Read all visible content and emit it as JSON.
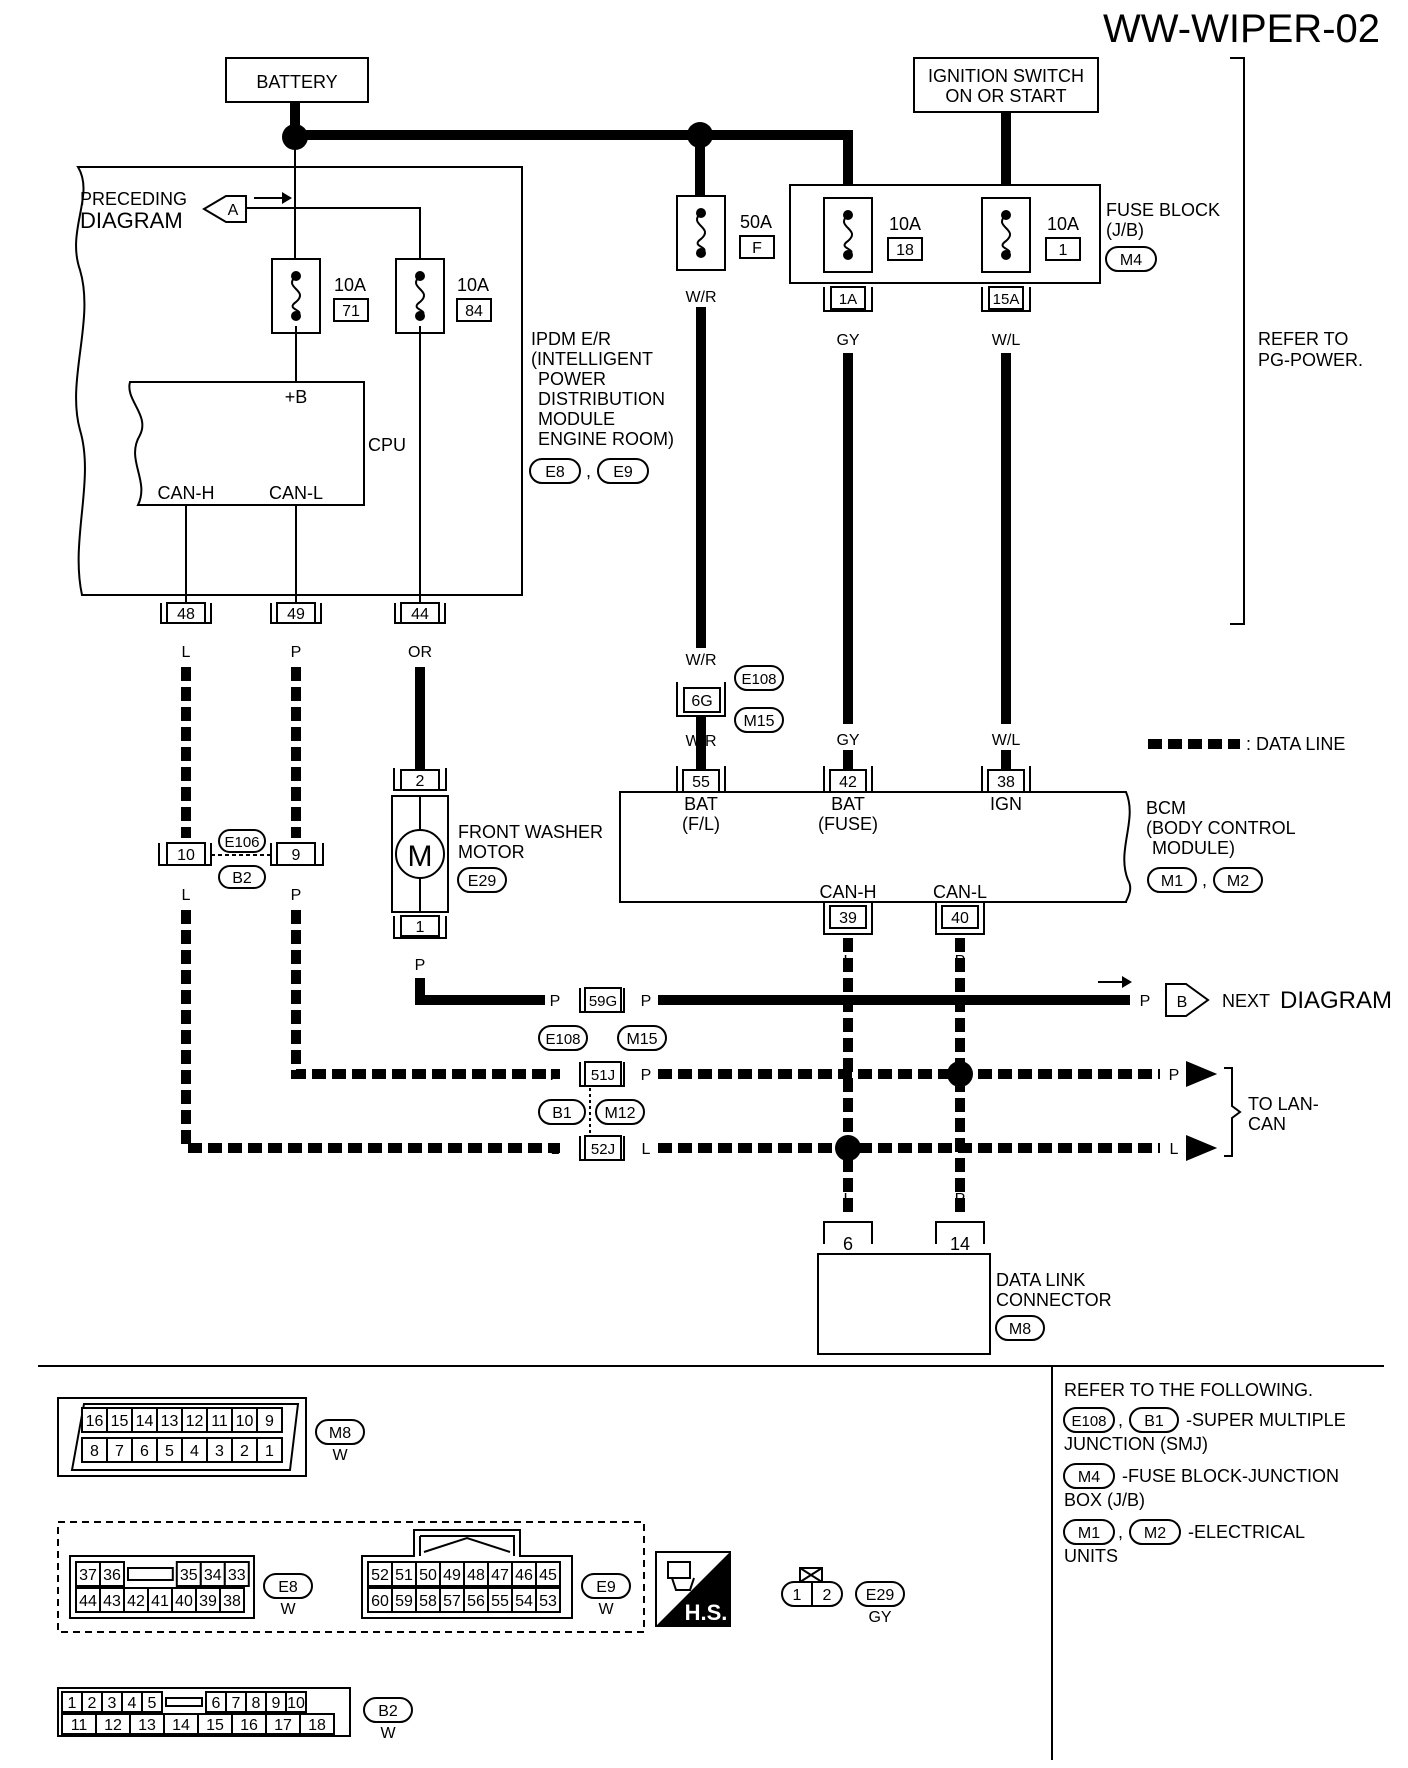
{
  "page_title": "WW-WIPER-02",
  "battery": "BATTERY",
  "ignition": {
    "line1": "IGNITION SWITCH",
    "line2": "ON OR START"
  },
  "preceding": {
    "line1": "PRECEDING",
    "line2": "DIAGRAM",
    "marker": "A"
  },
  "fuses": {
    "ipdm1": {
      "amp": "10A",
      "num": "71"
    },
    "ipdm2": {
      "amp": "10A",
      "num": "84"
    },
    "f50": {
      "amp": "50A",
      "num": "F"
    },
    "jb18": {
      "amp": "10A",
      "num": "18"
    },
    "jb1": {
      "amp": "10A",
      "num": "1"
    }
  },
  "fuse_block": {
    "line1": "FUSE BLOCK",
    "line2": "(J/B)",
    "conn": "M4"
  },
  "refer_pg": {
    "line1": "REFER TO",
    "line2": "PG-POWER."
  },
  "ipdm": {
    "lines": [
      "IPDM E/R",
      "(INTELLIGENT",
      "POWER",
      "DISTRIBUTION",
      "MODULE",
      "ENGINE ROOM)"
    ],
    "conn1": "E8",
    "conn2": "E9",
    "cpu": "CPU",
    "b_plus": "+B",
    "can_h": "CAN-H",
    "can_l": "CAN-L",
    "pins": [
      "48",
      "49",
      "44"
    ]
  },
  "wire_colors": {
    "wr": "W/R",
    "gy": "GY",
    "wl": "W/L",
    "l": "L",
    "p": "P",
    "or": "OR"
  },
  "terminals": {
    "t1a": "1A",
    "t15a": "15A",
    "t6g": "6G",
    "t10": "10",
    "t9": "9",
    "t59g": "59G",
    "t51j": "51J",
    "t52j": "52J"
  },
  "conns": {
    "e108": "E108",
    "m15": "M15",
    "e106": "E106",
    "b2": "B2",
    "b1": "B1",
    "m12": "M12",
    "e29": "E29",
    "m8": "M8",
    "m1": "M1",
    "m2": "M2",
    "e8": "E8",
    "e9": "E9"
  },
  "washer": {
    "line1": "FRONT WASHER",
    "line2": "MOTOR",
    "pin_top": "2",
    "pin_bot": "1",
    "symbol": "M"
  },
  "legend_data_line": ": DATA LINE",
  "bcm": {
    "line1": "BCM",
    "line2": "(BODY CONTROL",
    "line3": "MODULE)",
    "pins": {
      "p55": "55",
      "p42": "42",
      "p38": "38",
      "p39": "39",
      "p40": "40"
    },
    "bat_fl": [
      "BAT",
      "(F/L)"
    ],
    "bat_fuse": [
      "BAT",
      "(FUSE)"
    ],
    "ign": "IGN",
    "can_h": "CAN-H",
    "can_l": "CAN-L"
  },
  "next": {
    "text": "NEXT",
    "diagram": "DIAGRAM",
    "marker": "B"
  },
  "to_lan": {
    "line1": "TO LAN-",
    "line2": "CAN"
  },
  "dlc": {
    "line1": "DATA LINK",
    "line2": "CONNECTOR",
    "conn": "M8",
    "pin6": "6",
    "pin14": "14"
  },
  "refer_following": {
    "title": "REFER TO THE FOLLOWING.",
    "smj": "-SUPER MULTIPLE",
    "smj2": "JUNCTION (SMJ)",
    "fb": "-FUSE BLOCK-JUNCTION",
    "fb2": "BOX (J/B)",
    "eu": "-ELECTRICAL",
    "eu2": "UNITS",
    "c_e108": "E108",
    "c_b1": "B1",
    "c_m4": "M4",
    "c_m1": "M1",
    "c_m2": "M2"
  },
  "connector_views": {
    "m8": {
      "top": [
        "16",
        "15",
        "14",
        "13",
        "12",
        "11",
        "10",
        "9"
      ],
      "bottom": [
        "8",
        "7",
        "6",
        "5",
        "4",
        "3",
        "2",
        "1"
      ],
      "label": "M8",
      "color": "W"
    },
    "e8": {
      "top": [
        "37",
        "36",
        "",
        "35",
        "34",
        "33"
      ],
      "bottom": [
        "44",
        "43",
        "42",
        "41",
        "40",
        "39",
        "38"
      ],
      "label": "E8",
      "color": "W"
    },
    "e9": {
      "top": [
        "52",
        "51",
        "50",
        "49",
        "48",
        "47",
        "46",
        "45"
      ],
      "bottom": [
        "60",
        "59",
        "58",
        "57",
        "56",
        "55",
        "54",
        "53"
      ],
      "label": "E9",
      "color": "W"
    },
    "hs": "H.S.",
    "e29": {
      "pins": [
        "1",
        "2"
      ],
      "label": "E29",
      "color": "GY"
    },
    "b2": {
      "top": [
        "1",
        "2",
        "3",
        "4",
        "5",
        "",
        "6",
        "7",
        "8",
        "9",
        "10"
      ],
      "bottom": [
        "11",
        "12",
        "13",
        "14",
        "15",
        "16",
        "17",
        "18"
      ],
      "label": "B2",
      "color": "W"
    }
  }
}
